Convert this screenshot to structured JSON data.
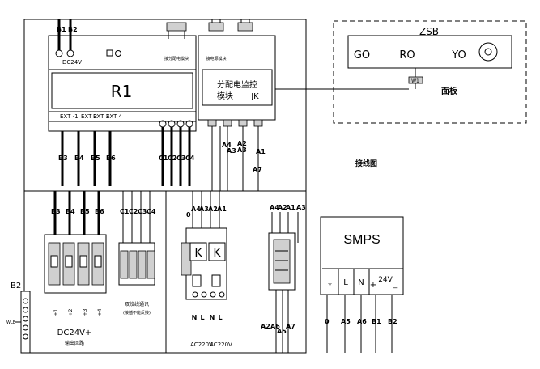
{
  "controller": {
    "name": "R1",
    "power_label": "DC24V",
    "top_terminals": [
      "B1",
      "B2"
    ],
    "ext_labels": [
      "EXT -1",
      "EXT 2",
      "EXT 3",
      "EXT 4"
    ],
    "tiny_connector_label": "接分配电模块"
  },
  "monitor_module": {
    "line1": "分配电监控",
    "line2": "模块",
    "line3": "JK",
    "small_caption": "接电源模块"
  },
  "panel": {
    "title": "ZSB",
    "lamps": [
      "GO",
      "RO",
      "YO"
    ],
    "plug": "W1",
    "caption": "面板"
  },
  "wiring_caption": "接线图",
  "wire_labels": {
    "b_group": [
      "B3",
      "B4",
      "B5",
      "B6"
    ],
    "c_group": [
      "C1",
      "C2",
      "C3",
      "C4"
    ],
    "a_left": [
      "A4",
      "A3"
    ],
    "a_mid": [
      "A2",
      "A3"
    ],
    "a_right": [
      "A1",
      "A7"
    ],
    "a_relay": [
      "0",
      "A4",
      "A3",
      "A2",
      "A1"
    ],
    "a_top_right": [
      "A4",
      "A2",
      "A1",
      "A3"
    ],
    "a_bottom_right": [
      "A2",
      "A6",
      "A5",
      "A7"
    ],
    "smps_bottom": [
      "0",
      "A5",
      "A6",
      "B1",
      "B2"
    ]
  },
  "relay_block": {
    "k1": "K",
    "k2": "K",
    "bottom_labels": [
      "N",
      "L",
      "N",
      "L"
    ],
    "ac1": "AC220V",
    "ac2": "AC220V"
  },
  "breaker_block": {
    "labels": [
      "+1",
      "+2",
      "+3",
      "+4"
    ],
    "caption_line1": "DC24V+",
    "caption_line2": "输出回路"
  },
  "signal_block": {
    "caption_line1": "双绞线通讯",
    "caption_line2": "(接插不能反接)"
  },
  "smps": {
    "title": "SMPS",
    "terminals": [
      "L",
      "N",
      "+",
      "24V",
      "_"
    ]
  },
  "left_terminal": {
    "label": "B2",
    "side_label": "WLE"
  }
}
